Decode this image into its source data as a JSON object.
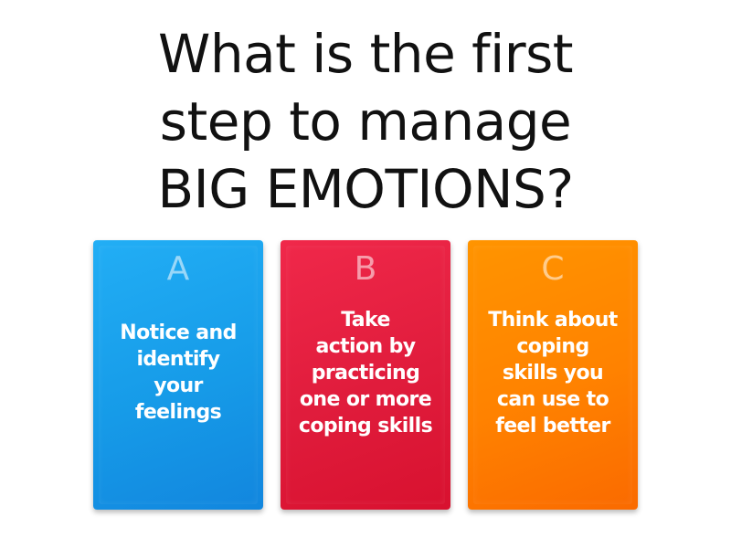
{
  "question": {
    "line1": "What is the first",
    "line2": "step to manage",
    "line3": "BIG EMOTIONS?"
  },
  "answers": [
    {
      "letter": "A",
      "color": "#1a9fea",
      "lines": [
        "Notice and",
        "identify",
        "your",
        "feelings"
      ]
    },
    {
      "letter": "B",
      "color": "#e41f3f",
      "lines": [
        "Take",
        "action by",
        "practicing",
        "one or more",
        "coping skills"
      ]
    },
    {
      "letter": "C",
      "color": "#ff8500",
      "lines": [
        "Think about",
        "coping",
        "skills you",
        "can use to",
        "feel better"
      ]
    }
  ]
}
